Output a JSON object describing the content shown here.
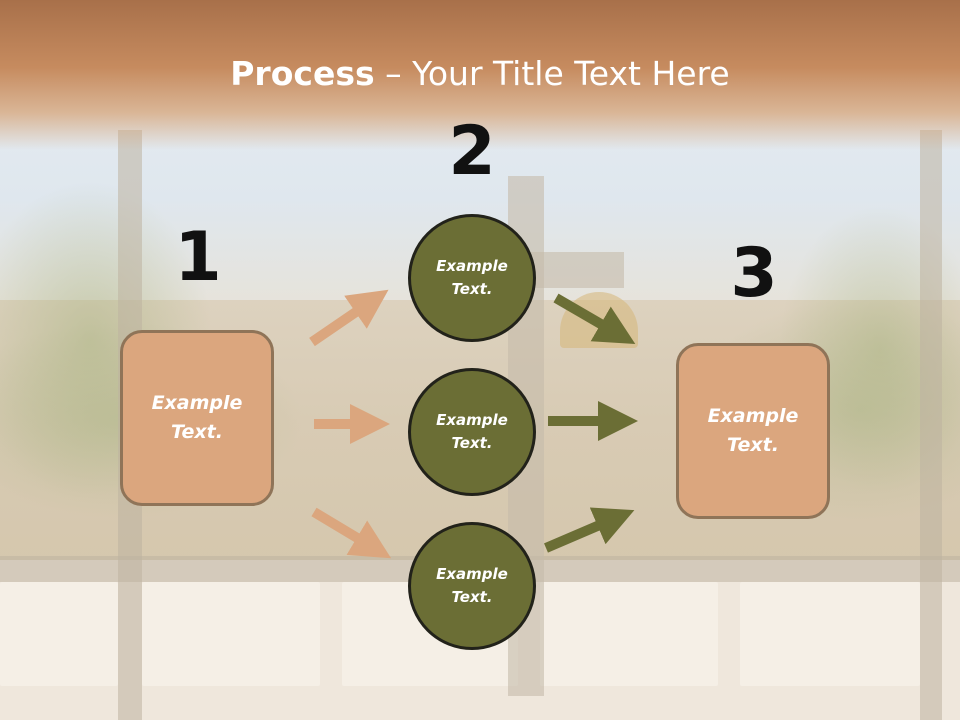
{
  "header": {
    "title_bold": "Process",
    "title_rest": " – Your Title Text Here"
  },
  "steps": [
    {
      "number": "1",
      "label": "Example Text."
    },
    {
      "number": "2",
      "label": ""
    },
    {
      "number": "3",
      "label": "Example Text."
    }
  ],
  "circles": [
    {
      "label": "Example Text."
    },
    {
      "label": "Example Text."
    },
    {
      "label": "Example Text."
    }
  ],
  "colors": {
    "header": "#c68b5f",
    "box_fill": "#dba67e",
    "box_border": "#8f7458",
    "circle_fill": "#6b6e35",
    "circle_border": "#22221a",
    "arrow_left": "#dba67e",
    "arrow_right": "#6b6e35"
  }
}
